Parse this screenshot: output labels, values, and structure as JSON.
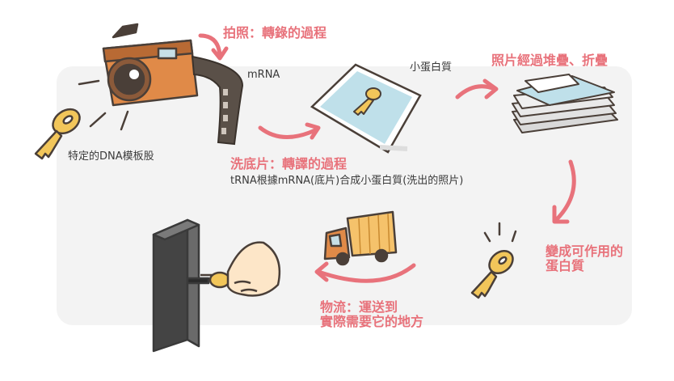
{
  "labels": {
    "capture": "拍照：轉錄的過程",
    "mrna": "mRNA",
    "small_protein": "小蛋白質",
    "fold": "照片經過堆疊、折疊",
    "dna_template": "特定的DNA模板股",
    "develop": "洗底片：轉譯的過程",
    "trna_desc": "tRNA根據mRNA(底片)合成小蛋白質(洗出的照片)",
    "functional_line1": "變成可作用的",
    "functional_line2": "蛋白質",
    "logistics_line1": "物流：運送到",
    "logistics_line2": "實際需要它的地方"
  },
  "colors": {
    "accent": "#e8727b",
    "panel": "#f3f3f3",
    "camera_body": "#e08a48",
    "key": "#f2c65a",
    "film": "#5a5048",
    "photo": "#bfe0ea",
    "truck_cab": "#e08a48",
    "truck_cargo": "#f5c26b",
    "door": "#555555"
  },
  "icons": [
    "camera-icon",
    "film-strip-icon",
    "key-icon",
    "photo-icon",
    "photo-stack-icon",
    "truck-icon",
    "door-icon",
    "hand-icon",
    "arrow-icon"
  ]
}
